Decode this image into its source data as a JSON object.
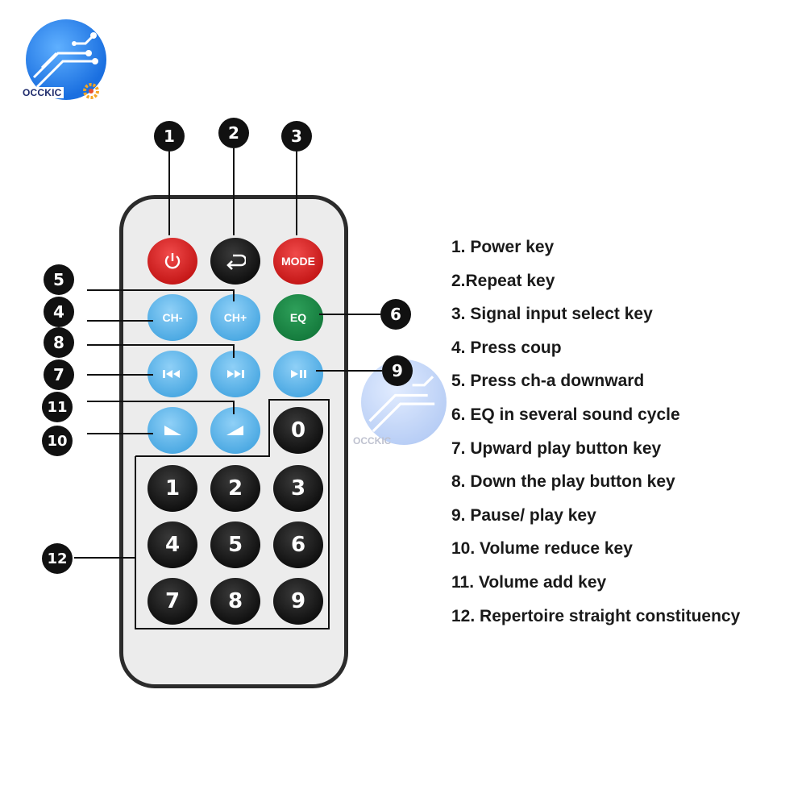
{
  "brand": {
    "logo_text": "OCCKIC",
    "primary_color": "#1a6fe0",
    "accent_color": "#f5a623"
  },
  "remote": {
    "keys": {
      "power": {
        "icon": "power-icon",
        "color": "#d42020"
      },
      "repeat": {
        "icon": "return-arrow-icon",
        "color": "#111111"
      },
      "mode": {
        "label": "MODE",
        "color": "#d42020"
      },
      "ch_minus": {
        "label": "CH-",
        "color": "#4aa8e2"
      },
      "ch_plus": {
        "label": "CH+",
        "color": "#4aa8e2"
      },
      "eq": {
        "label": "EQ",
        "color": "#1a8a46"
      },
      "prev": {
        "icon": "skip-previous-icon",
        "color": "#4aa8e2"
      },
      "next": {
        "icon": "skip-next-icon",
        "color": "#4aa8e2"
      },
      "play_pause": {
        "icon": "play-pause-icon",
        "color": "#4aa8e2"
      },
      "vol_down": {
        "icon": "volume-down-icon",
        "color": "#4aa8e2"
      },
      "vol_up": {
        "icon": "volume-up-icon",
        "color": "#4aa8e2"
      },
      "digits": [
        "0",
        "1",
        "2",
        "3",
        "4",
        "5",
        "6",
        "7",
        "8",
        "9"
      ]
    }
  },
  "markers": [
    "1",
    "2",
    "3",
    "4",
    "5",
    "6",
    "7",
    "8",
    "9",
    "10",
    "11",
    "12"
  ],
  "legend": [
    "1. Power key",
    "2.Repeat key",
    "3. Signal input select key",
    "4. Press coup",
    "5. Press ch-a downward",
    "6. EQ in several sound cycle",
    "7. Upward play button key",
    "8. Down the play button key",
    "9. Pause/ play key",
    "10. Volume reduce key",
    "11. Volume add key",
    "12. Repertoire straight constituency"
  ]
}
